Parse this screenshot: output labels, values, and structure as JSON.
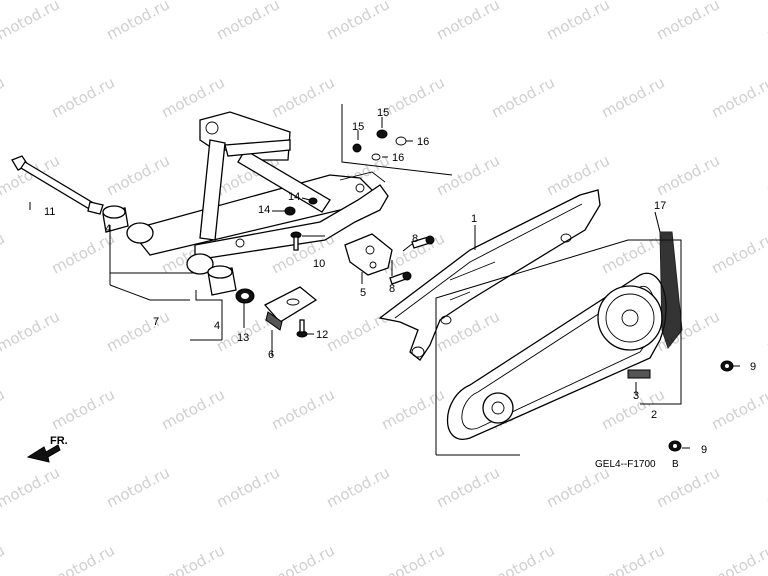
{
  "watermark": "motod.ru",
  "diagram_code": "GEL4--F1700",
  "diagram_code_suffix": "B",
  "front_label": "FR.",
  "callouts": {
    "c1": "1",
    "c2": "2",
    "c3": "3",
    "c4a": "4",
    "c4b": "4",
    "c5": "5",
    "c6": "6",
    "c7": "7",
    "c8a": "8",
    "c8b": "8",
    "c9a": "9",
    "c9b": "9",
    "c10": "10",
    "c11": "11",
    "c12": "12",
    "c13": "13",
    "c14a": "14",
    "c14b": "14",
    "c15a": "15",
    "c15b": "15",
    "c16a": "16",
    "c16b": "16",
    "c17": "17"
  }
}
